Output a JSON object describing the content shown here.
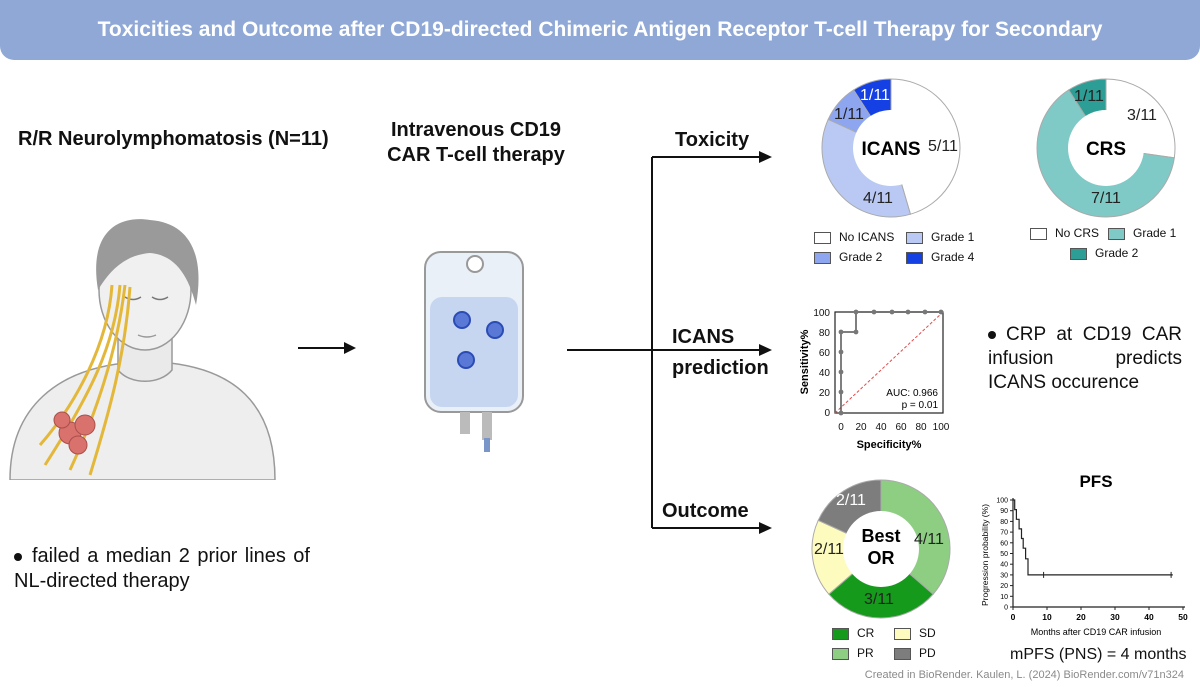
{
  "header": {
    "title": "Toxicities and Outcome after CD19-directed Chimeric Antigen Receptor T-cell Therapy for Secondary Neurolymphomatosis"
  },
  "patient": {
    "heading": "R/R Neurolymphomatosis (N=11)",
    "bullet": "failed a median 2 prior lines of NL-directed therapy"
  },
  "therapy": {
    "heading_line1": "Intravenous CD19",
    "heading_line2": "CAR  T-cell therapy"
  },
  "branches": {
    "toxicity": "Toxicity",
    "icans_prediction_line1": "ICANS",
    "icans_prediction_line2": "prediction",
    "outcome": "Outcome"
  },
  "icans_donut": {
    "center": "ICANS",
    "slices": [
      {
        "label": "5/11",
        "value": 5,
        "color": "#ffffff"
      },
      {
        "label": "4/11",
        "value": 4,
        "color": "#b9c9f4"
      },
      {
        "label": "1/11",
        "value": 1,
        "color": "#8ea6f0"
      },
      {
        "label": "1/11",
        "value": 1,
        "color": "#1540e3"
      }
    ],
    "legend": [
      {
        "label": "No ICANS",
        "color": "#ffffff"
      },
      {
        "label": "Grade 1",
        "color": "#b9c9f4"
      },
      {
        "label": "Grade 2",
        "color": "#8ea6f0"
      },
      {
        "label": "Grade 4",
        "color": "#1540e3"
      }
    ]
  },
  "crs_donut": {
    "center": "CRS",
    "slices": [
      {
        "label": "3/11",
        "value": 3,
        "color": "#ffffff"
      },
      {
        "label": "7/11",
        "value": 7,
        "color": "#7fcac6"
      },
      {
        "label": "1/11",
        "value": 1,
        "color": "#2d9e96"
      }
    ],
    "legend": [
      {
        "label": "No CRS",
        "color": "#ffffff"
      },
      {
        "label": "Grade 1",
        "color": "#7fcac6"
      },
      {
        "label": "Grade 2",
        "color": "#2d9e96"
      }
    ]
  },
  "or_donut": {
    "center_line1": "Best",
    "center_line2": "OR",
    "slices": [
      {
        "label": "4/11",
        "value": 4,
        "color": "#8dce82"
      },
      {
        "label": "3/11",
        "value": 3,
        "color": "#169a1c"
      },
      {
        "label": "2/11",
        "value": 2,
        "color": "#fdfbbd"
      },
      {
        "label": "2/11",
        "value": 2,
        "color": "#7d7d7d"
      }
    ],
    "legend": [
      {
        "label": "CR",
        "color": "#169a1c"
      },
      {
        "label": "SD",
        "color": "#fdfbbd"
      },
      {
        "label": "PR",
        "color": "#8dce82"
      },
      {
        "label": "PD",
        "color": "#7d7d7d"
      }
    ]
  },
  "roc": {
    "xlabel": "Specificity%",
    "ylabel": "Sensitivity%",
    "auc": "AUC: 0.966",
    "p": "p = 0.01",
    "ticks": [
      "0",
      "20",
      "40",
      "60",
      "80",
      "100"
    ]
  },
  "roc_note": "CRP at CD19 CAR infusion predicts ICANS occurence",
  "chart_data": {
    "type": "line",
    "title": "PFS",
    "xlabel": "Months after CD19 CAR infusion",
    "ylabel": "Progression probability (%)",
    "xlim": [
      0,
      50
    ],
    "ylim": [
      0,
      100
    ],
    "xticks": [
      "0",
      "10",
      "20",
      "30",
      "40",
      "50"
    ],
    "yticks": [
      "0",
      "10",
      "20",
      "30",
      "40",
      "50",
      "60",
      "70",
      "80",
      "90",
      "100"
    ],
    "series": [
      {
        "x": [
          0,
          0.5,
          0.5,
          1,
          1,
          1.8,
          1.8,
          2.5,
          2.5,
          3,
          3,
          3.7,
          3.7,
          4.4,
          4.4,
          47
        ],
        "y": [
          100,
          100,
          91,
          91,
          82,
          82,
          73,
          73,
          64,
          64,
          55,
          55,
          45,
          45,
          30,
          30
        ]
      }
    ],
    "censored": [
      {
        "x": 9,
        "y": 30
      },
      {
        "x": 46.5,
        "y": 30
      }
    ],
    "note": "mPFS (PNS) = 4 months"
  },
  "footer": "Created in BioRender. Kaulen, L. (2024) BioRender.com/v71n324"
}
